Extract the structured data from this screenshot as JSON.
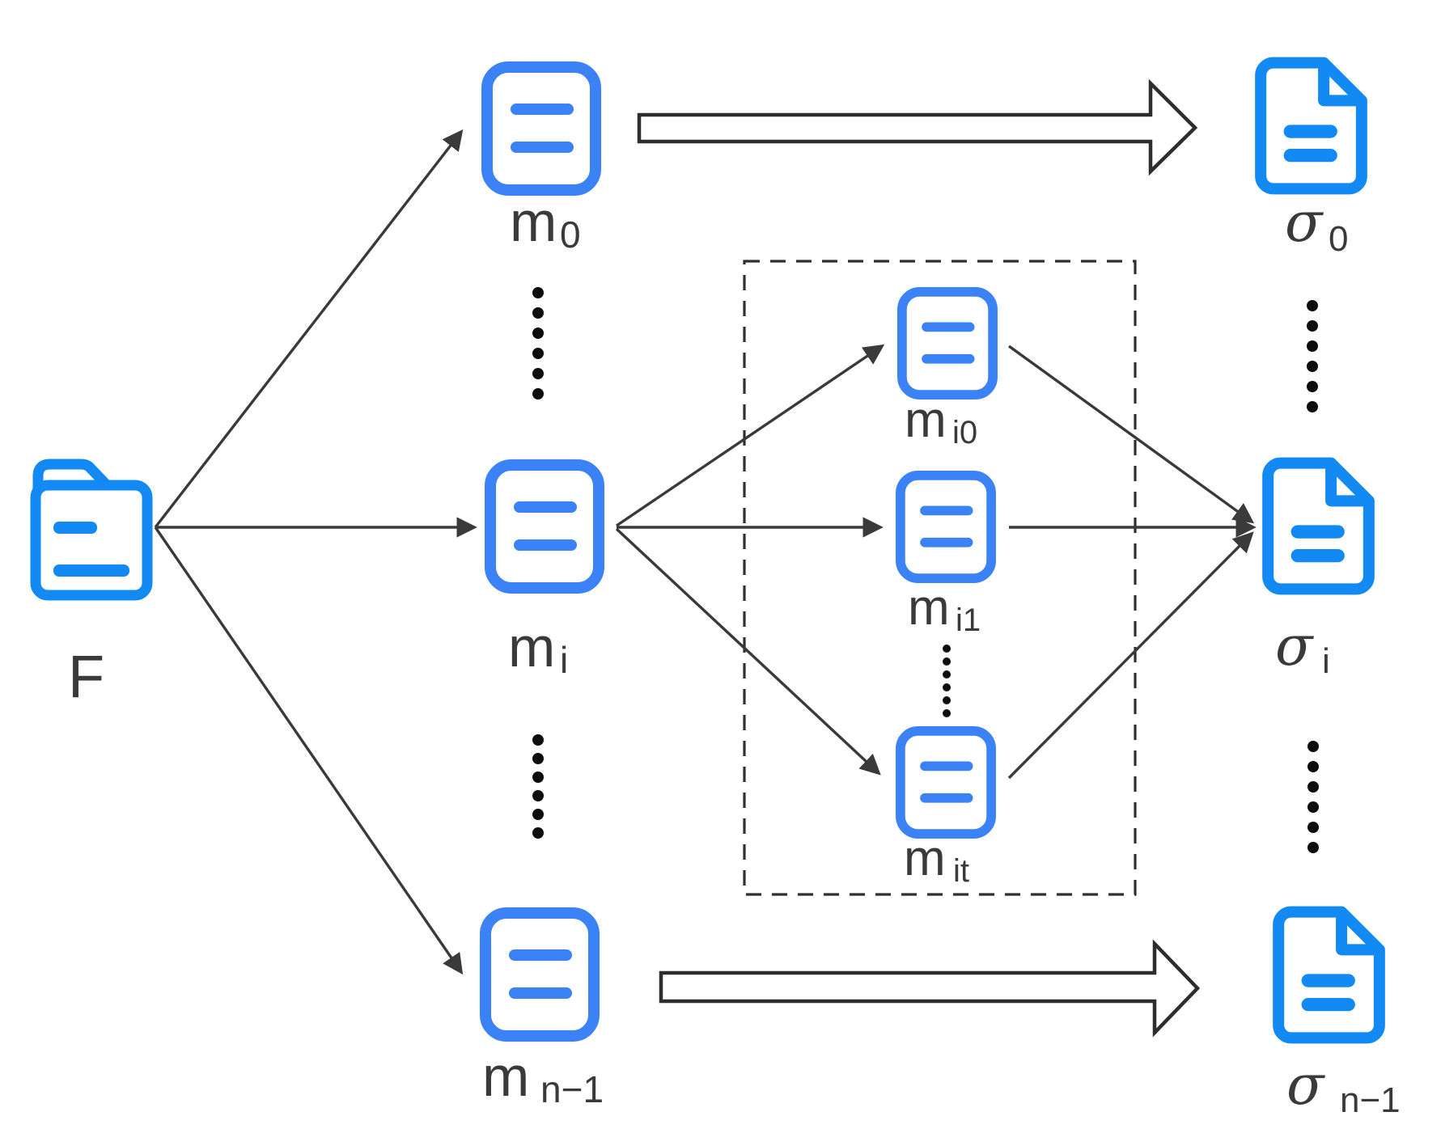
{
  "diagram": {
    "description": "File F is split into blocks m0..mn-1; block mi is further split into sub-blocks mi0..mit inside a dashed group; each block/group maps to a signature sigma.",
    "colors": {
      "doc_blue": "#3b82f6",
      "file_blue": "#1289f3",
      "arrow_dark": "#3a3a3a",
      "box_dark": "#2f2f2f",
      "label_dark": "#3a3a3a",
      "background": "#ffffff"
    },
    "icons": {
      "folder": "rounded folder with two text lines (svg shape)",
      "document": "rounded rectangle document with two text lines (svg shape)",
      "signature_document": "dog-ear corner document with two text lines (svg shape)",
      "ellipsis": "vertical column of six dots"
    },
    "nodes": {
      "file": {
        "label": "F"
      },
      "m0": {
        "base": "m",
        "sub": "0"
      },
      "mi": {
        "base": "m",
        "sub": "i"
      },
      "mn1": {
        "base": "m",
        "sub": "n−1"
      },
      "mi0": {
        "base": "m",
        "sub": "i0"
      },
      "mi1": {
        "base": "m",
        "sub": "i1"
      },
      "mit": {
        "base": "m",
        "sub": "it"
      },
      "sigma0": {
        "base": "σ",
        "sub": "0"
      },
      "sigmai": {
        "base": "σ",
        "sub": "i"
      },
      "sigman1": {
        "base": "σ",
        "sub": "n−1"
      }
    }
  }
}
